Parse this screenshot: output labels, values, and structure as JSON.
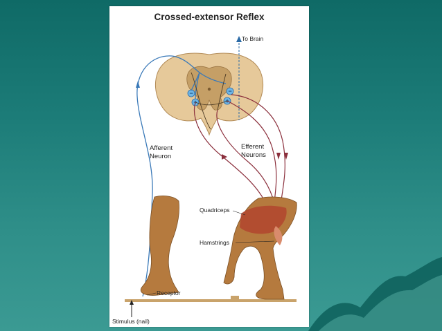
{
  "diagram": {
    "title": "Crossed-extensor Reflex",
    "labels": {
      "to_brain": "To Brain",
      "afferent_line1": "Afferent",
      "afferent_line2": "Neuron",
      "efferent_line1": "Efferent",
      "efferent_line2": "Neurons",
      "quadriceps": "Quadriceps",
      "hamstrings": "Hamstrings",
      "receptor": "Receptor",
      "stimulus": "Stimulus (nail)"
    },
    "synapse_signs": {
      "inhibit": "−",
      "excite": "+"
    }
  },
  "colors": {
    "slide_bg": "#1c7c78",
    "spinal_cord": "#e8cc9a",
    "gray_matter": "#c9a56c",
    "afferent": "#3a79b8",
    "efferent": "#8b2f3c",
    "leg_skin": "#b57a3e",
    "muscle": "#b2452e",
    "floor": "#c9a36b"
  }
}
